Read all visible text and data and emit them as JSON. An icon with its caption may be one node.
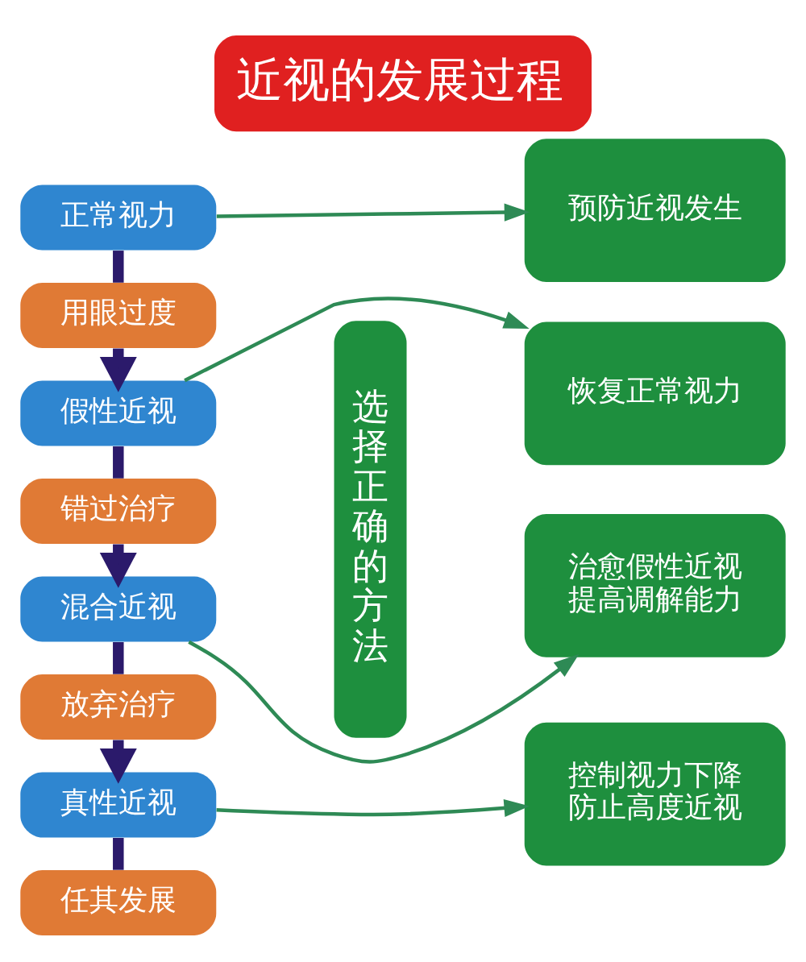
{
  "diagram": {
    "title": "近视的发展过程",
    "nodes": [
      {
        "text": [
          "正常视力"
        ]
      },
      {
        "text": [
          "用眼过度"
        ]
      },
      {
        "text": [
          "假性近视"
        ]
      },
      {
        "text": [
          "错过治疗"
        ]
      },
      {
        "text": [
          "混合近视"
        ]
      },
      {
        "text": [
          "放弃治疗"
        ]
      },
      {
        "text": [
          "真性近视"
        ]
      },
      {
        "text": [
          "任其发展"
        ]
      },
      {
        "text": [
          "选择正确的方法"
        ]
      },
      {
        "text": [
          "预防近视发生"
        ]
      },
      {
        "text": [
          "恢复正常视力"
        ]
      },
      {
        "text": [
          "治愈假性近视",
          "提高调解能力"
        ]
      },
      {
        "text": [
          "控制视力下降",
          "防止高度近视"
        ]
      }
    ],
    "edges": [
      {
        "from": 0,
        "to": 1,
        "arrow": "none"
      },
      {
        "from": 1,
        "to": 2,
        "arrow": "to"
      },
      {
        "from": 2,
        "to": 3,
        "arrow": "none"
      },
      {
        "from": 3,
        "to": 4,
        "arrow": "to"
      },
      {
        "from": 4,
        "to": 5,
        "arrow": "none"
      },
      {
        "from": 5,
        "to": 6,
        "arrow": "to"
      },
      {
        "from": 6,
        "to": 7,
        "arrow": "none"
      },
      {
        "from": 0,
        "to": 9,
        "arrow": "to",
        "color": "#2e8a55"
      },
      {
        "from": 2,
        "to": 10,
        "arrow": "to",
        "color": "#2e8a55"
      },
      {
        "from": 4,
        "to": 11,
        "arrow": "to",
        "color": "#2e8a55"
      },
      {
        "from": 6,
        "to": 12,
        "arrow": "to",
        "color": "#2e8a55"
      }
    ]
  }
}
